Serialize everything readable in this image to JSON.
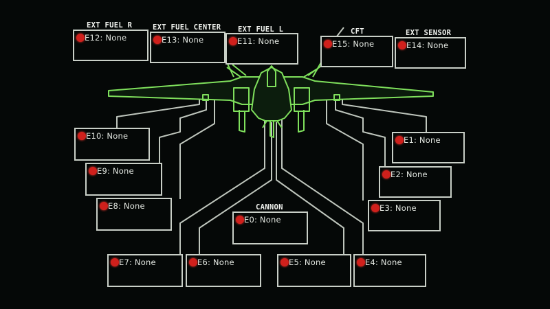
{
  "headers": {
    "ext_fuel_r": "EXT FUEL R",
    "ext_fuel_center": "EXT FUEL CENTER",
    "ext_fuel_l": "EXT FUEL L",
    "cft": "CFT",
    "ext_sensor": "EXT SENSOR",
    "cannon": "CANNON"
  },
  "slots": {
    "e12": "E12: None",
    "e13": "E13: None",
    "e11": "E11: None",
    "e15": "E15: None",
    "e14": "E14: None",
    "e10": "E10: None",
    "e9": "E9: None",
    "e8": "E8: None",
    "e1": "E1: None",
    "e2": "E2: None",
    "e3": "E3: None",
    "e0": "E0: None",
    "e7": "E7: None",
    "e6": "E6: None",
    "e5": "E5: None",
    "e4": "E4: None"
  },
  "colors": {
    "aircraft_line": "#7fe05c",
    "wire": "#bfc6bd",
    "indicator": "#d0201c",
    "background": "#050807"
  },
  "icons": {
    "aircraft": "fighter-jet-outline-icon",
    "slot_status": "red-dot-icon"
  }
}
